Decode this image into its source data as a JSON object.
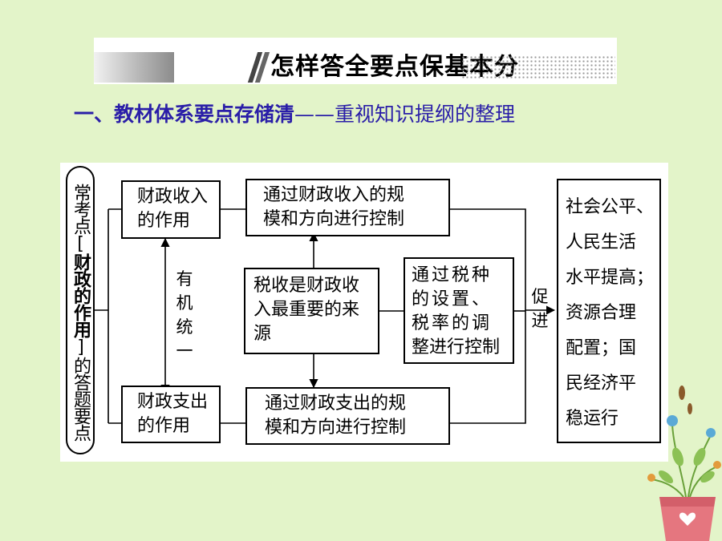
{
  "banner": {
    "title": "怎样答全要点保基本分"
  },
  "subtitle": {
    "part1": "一、教材体系要点存储清",
    "dash": "——",
    "part2": "重视知识提纲的整理"
  },
  "diagram": {
    "side_label_pre": "常考点[",
    "side_label_hl": "财政的作用",
    "side_label_post": "]的答题要点",
    "income_role": [
      "财政收入",
      "的作用"
    ],
    "income_control": [
      "通过财政收入的规",
      "模和方向进行控制"
    ],
    "tax_main": [
      "税收是财政收",
      "入最重要的来",
      "源"
    ],
    "tax_adjust": [
      "通过税种",
      "的设置、",
      "税率的调",
      "整进行控制"
    ],
    "expense_role": [
      "财政支出",
      "的作用"
    ],
    "expense_control": [
      "通过财政支出的规",
      "模和方向进行控制"
    ],
    "unity": [
      "有",
      "机",
      "统",
      "一"
    ],
    "promote": [
      "促",
      "进"
    ],
    "outcome": [
      "社会公平、",
      "人民生活",
      "水平提高；",
      "资源合理",
      "配置；国",
      "民经济平",
      "稳运行"
    ]
  },
  "colors": {
    "background": "#e3f4c9",
    "subtitle": "#2a1ea8"
  }
}
